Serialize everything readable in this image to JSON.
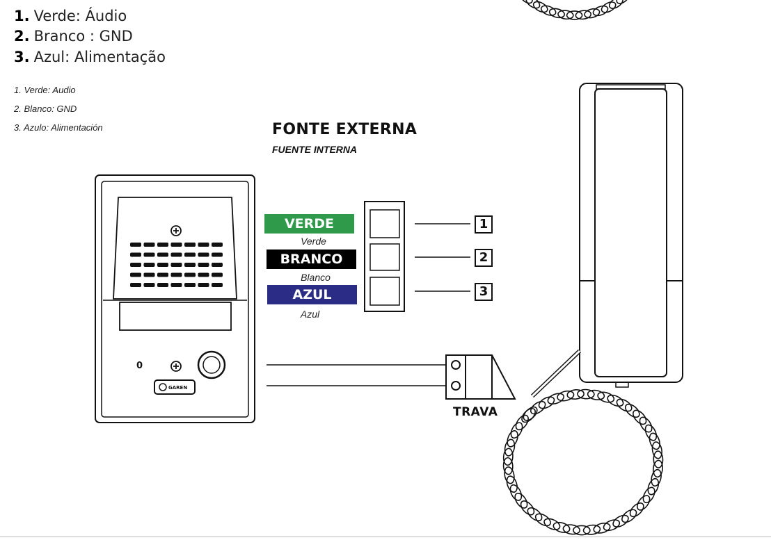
{
  "legend_pt": [
    {
      "num": "1.",
      "text": "Verde: Áudio"
    },
    {
      "num": "2.",
      "text": "Branco : GND"
    },
    {
      "num": "3.",
      "text": "Azul: Alimentação"
    }
  ],
  "legend_es": [
    "1. Verde: Audio",
    "2. Blanco: GND",
    "3. Azulo: Alimentación"
  ],
  "title": "FONTE EXTERNA",
  "subtitle": "FUENTE INTERNA",
  "wires": [
    {
      "label": "VERDE",
      "sub": "Verde",
      "color": "#2e9a4a"
    },
    {
      "label": "BRANCO",
      "sub": "Blanco",
      "color": "#000000"
    },
    {
      "label": "AZUL",
      "sub": "Azul",
      "color": "#2b2c86"
    }
  ],
  "terminals": [
    "1",
    "2",
    "3"
  ],
  "lock_label": "TRAVA",
  "panel": {
    "indicator": "0",
    "brand": "GAREN"
  },
  "colors": {
    "line": "#111111",
    "panel_fill": "#ffffff"
  }
}
